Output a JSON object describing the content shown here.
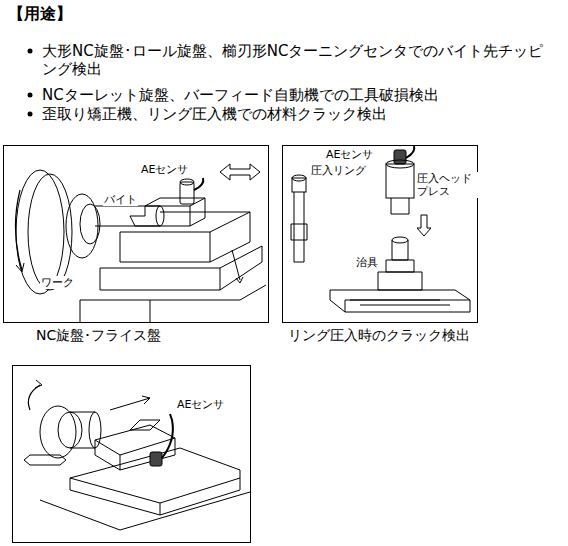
{
  "diagram": {
    "title": "【用途】",
    "labels": [
      "大形NC旋盤･ロール旋盤、櫛刃形NCターニングセンタでのバイト先チッピング検出",
      "NCターレット旋盤、バーフィード自動機での工具破損検出",
      "歪取り矯正機、リング圧入機での材料クラック検出",
      "AEセンサ",
      "バイト",
      "ワーク",
      "NC旋盤･フライス盤",
      "AEセンサ",
      "圧入リング",
      "圧入ヘッド プレス",
      "治具",
      "リング圧入時のクラック検出",
      "AEセンサ"
    ]
  }
}
